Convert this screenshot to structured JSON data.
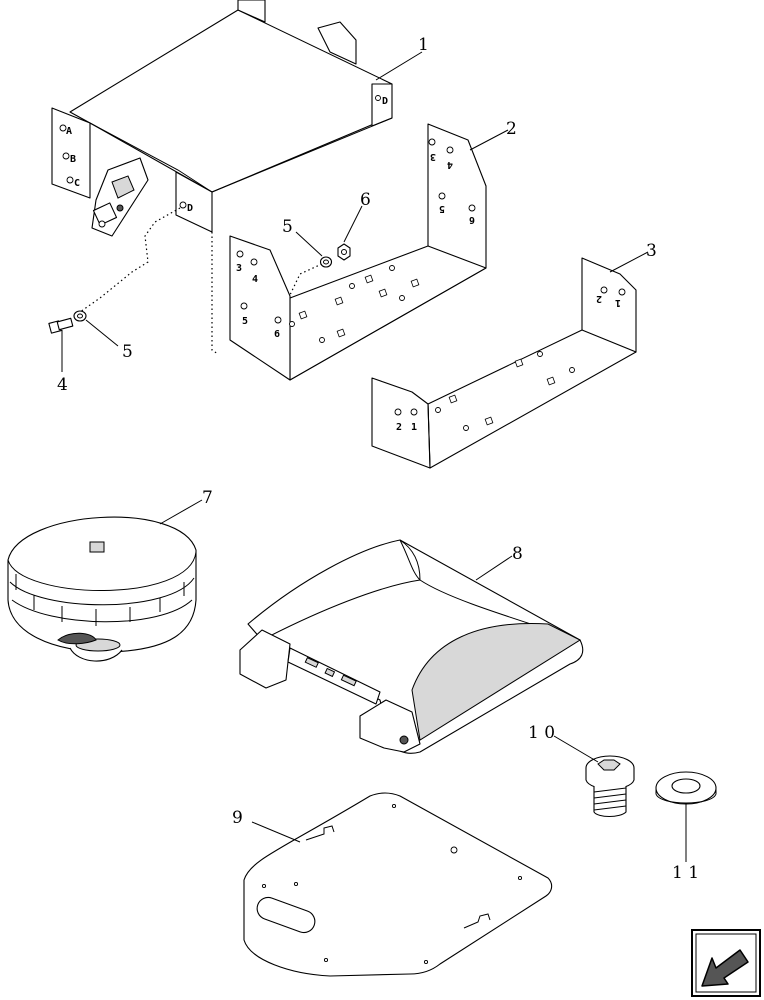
{
  "callouts": {
    "c1": "1",
    "c2": "2",
    "c3": "3",
    "c4": "4",
    "c5a": "5",
    "c5b": "5",
    "c6": "6",
    "c7": "7",
    "c8": "8",
    "c9": "9",
    "c10": "1 0",
    "c11": "1 1"
  },
  "stamps": {
    "main_bracket": [
      "A",
      "B",
      "C",
      "D",
      "D"
    ],
    "bracket_2_left": [
      "3",
      "4",
      "5",
      "6"
    ],
    "bracket_2_right": [
      "3",
      "4",
      "5",
      "6"
    ],
    "bracket_3_left": [
      "2",
      "1"
    ],
    "bracket_3_right": [
      "2",
      "1"
    ]
  },
  "icons": {
    "nav": "arrow-back-icon"
  },
  "colors": {
    "line": "#000000",
    "background": "#ffffff",
    "nav_fill": "#555555"
  }
}
